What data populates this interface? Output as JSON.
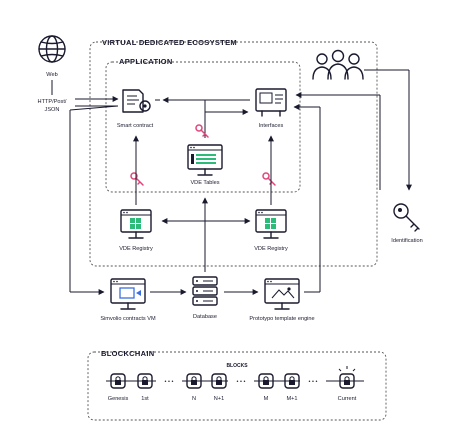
{
  "diagram": {
    "titles": {
      "ecosystem": "VIRTUAL DEDICATED ECOSYSTEM",
      "application": "APPLICATION",
      "blockchain": "BLOCKCHAIN",
      "blocks": "BLOCKS"
    },
    "nodes": {
      "web": "Web",
      "protocol": [
        "HTTP/Post/",
        "JSON"
      ],
      "smart_contract": "Smart contract",
      "interfaces": "Interfaces",
      "vde_tables": "VDE Tables",
      "vde_registry_left": "VDE Registry",
      "vde_registry_right": "VDE Registry",
      "identification": "Identification",
      "simvolio_vm": "Simvolio contracts VM",
      "database": "Database",
      "prototypo": "Prototypo template engine"
    },
    "blocks": {
      "labels": [
        "Genesis",
        "1st",
        "N",
        "N+1",
        "M",
        "M+1",
        "Current"
      ],
      "separator": "• • •"
    },
    "colors": {
      "ink": "#1a1a2e",
      "key": "#e0457b",
      "registry": "#2dbb7a"
    }
  }
}
